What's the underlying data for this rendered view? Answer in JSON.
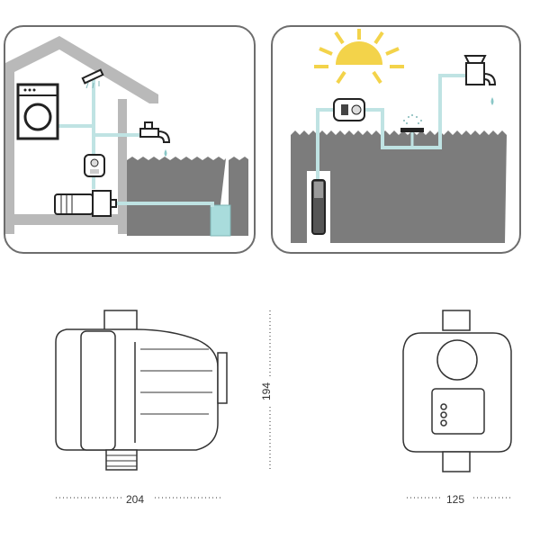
{
  "colors": {
    "panel_border": "#6d6d6d",
    "ground": "#7c7c7c",
    "house_wall": "#b9b9b9",
    "pipe": "#bfe3e3",
    "water": "#a9dcdc",
    "sun": "#f3d34a",
    "line": "#333333"
  },
  "dimensions": {
    "width_side": "204",
    "height": "194",
    "width_front": "125"
  }
}
